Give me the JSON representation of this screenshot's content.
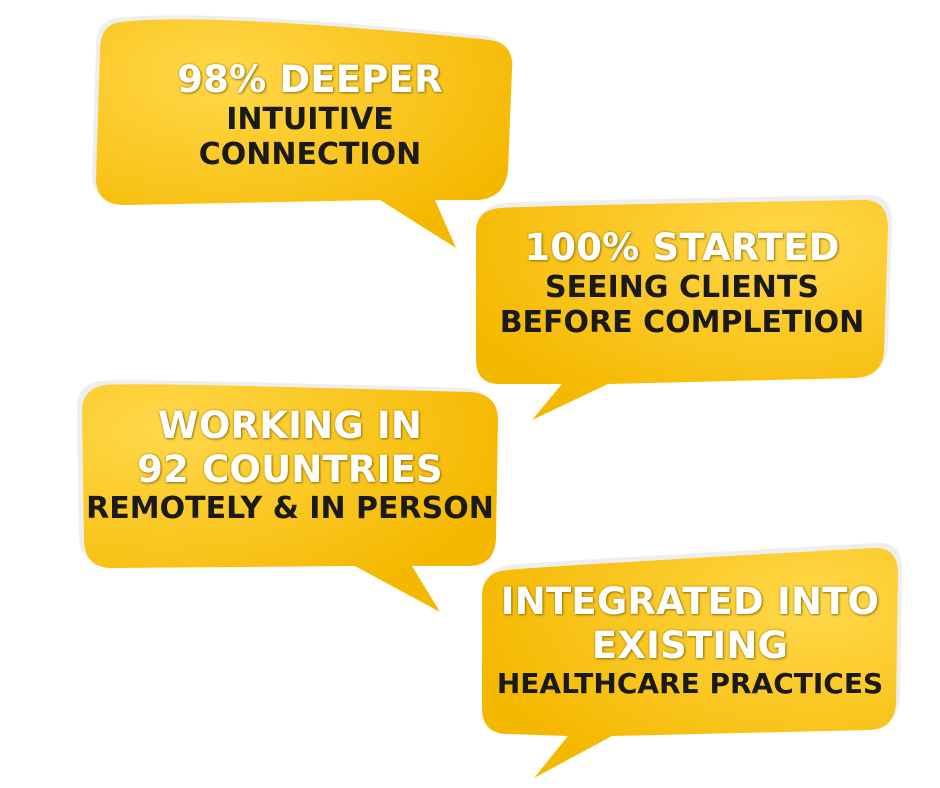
{
  "colors": {
    "bubble": "#fdc515",
    "bubble_shade": "#f5b800",
    "light_text": "#ffffff",
    "dark_text": "#1a1a1a"
  },
  "bubbles": [
    {
      "lines": [
        {
          "text": "98% DEEPER",
          "style": "light"
        },
        {
          "text": "INTUITIVE",
          "style": "dark"
        },
        {
          "text": "CONNECTION",
          "style": "dark"
        }
      ]
    },
    {
      "lines": [
        {
          "text": "100% STARTED",
          "style": "light"
        },
        {
          "text": "SEEING CLIENTS",
          "style": "dark"
        },
        {
          "text": "BEFORE COMPLETION",
          "style": "dark"
        }
      ]
    },
    {
      "lines": [
        {
          "text": "WORKING IN",
          "style": "light"
        },
        {
          "text": "92 COUNTRIES",
          "style": "light"
        },
        {
          "text": "REMOTELY & IN PERSON",
          "style": "dark"
        }
      ]
    },
    {
      "lines": [
        {
          "text": "INTEGRATED INTO",
          "style": "light"
        },
        {
          "text": "EXISTING",
          "style": "light"
        },
        {
          "text": "HEALTHCARE PRACTICES",
          "style": "dark"
        }
      ]
    }
  ]
}
